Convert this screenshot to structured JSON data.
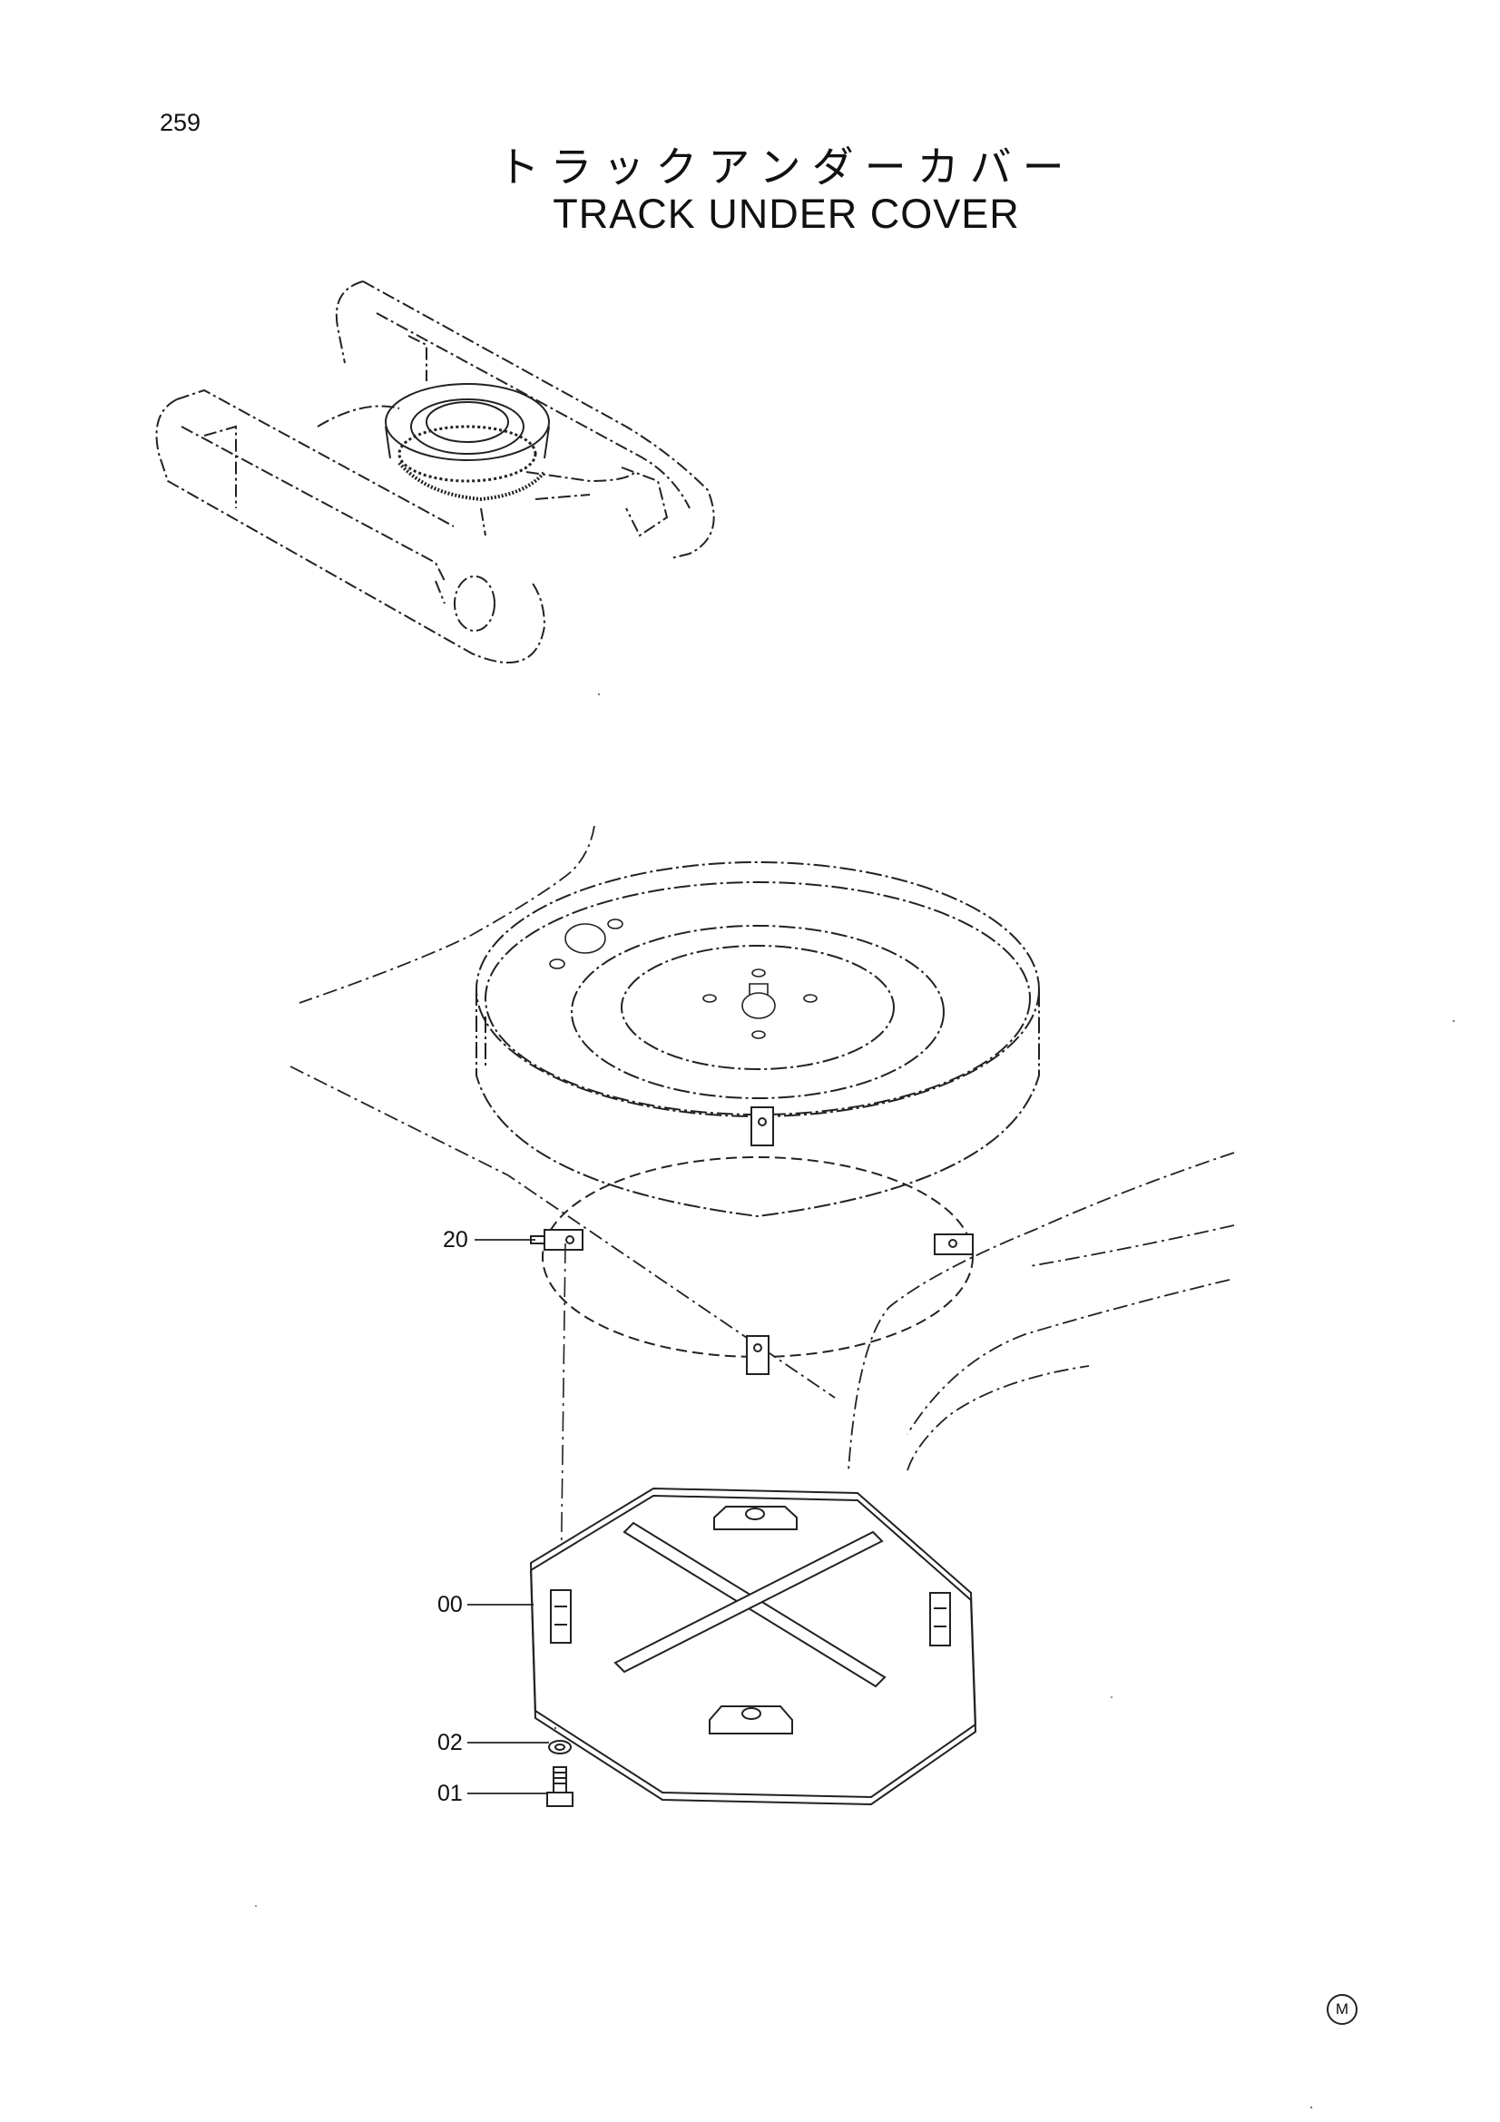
{
  "page": {
    "number": "259",
    "title_jp": "トラックアンダーカバー",
    "title_en": "TRACK UNDER COVER"
  },
  "callouts": [
    {
      "id": "20",
      "label": "20"
    },
    {
      "id": "00",
      "label": "00"
    },
    {
      "id": "02",
      "label": "02"
    },
    {
      "id": "01",
      "label": "01"
    }
  ],
  "mark": {
    "label": "M"
  }
}
